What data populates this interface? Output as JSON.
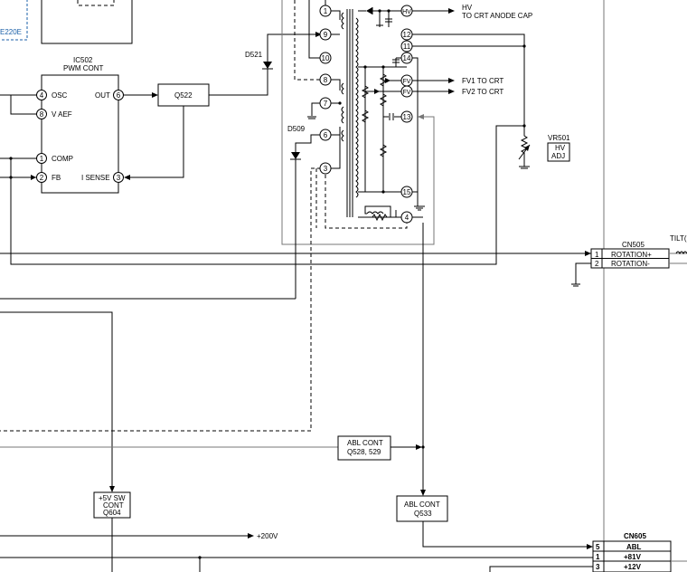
{
  "ic502": {
    "ref": "IC502",
    "name": "PWM CONT",
    "pins": [
      {
        "num": "4",
        "label": "OSC"
      },
      {
        "num": "8",
        "label": "V AEF"
      },
      {
        "num": "1",
        "label": "COMP"
      },
      {
        "num": "2",
        "label": "FB"
      },
      {
        "num": "6",
        "label": "OUT"
      },
      {
        "num": "3",
        "label": "I SENSE"
      }
    ]
  },
  "q522": "Q522",
  "d521": "D521",
  "d509": "D509",
  "part_ref_blue": "E220E",
  "fbt_pins": [
    "1",
    "9",
    "10",
    "8",
    "7",
    "6",
    "3",
    "HV",
    "12",
    "11",
    "14",
    "FV",
    "FV",
    "13",
    "15",
    "4"
  ],
  "hv_out": {
    "line1": "HV",
    "line2": "TO CRT ANODE CAP"
  },
  "fv1_out": "FV1 TO CRT",
  "fv2_out": "FV2 TO CRT",
  "vr501": {
    "ref": "VR501",
    "line1": "HV",
    "line2": "ADJ"
  },
  "tilt_label": "TILT(",
  "cn505": {
    "ref": "CN505",
    "rows": [
      {
        "pin": "1",
        "name": "ROTATION+"
      },
      {
        "pin": "2",
        "name": "ROTATION-"
      }
    ]
  },
  "abl_cont_a": {
    "line1": "ABL CONT",
    "line2": "Q528, 529"
  },
  "abl_cont_b": {
    "line1": "ABL CONT",
    "line2": "Q533"
  },
  "sw_cont": {
    "line1": "+5V SW",
    "line2": "CONT",
    "line3": "Q604"
  },
  "v200": "+200V",
  "cn605": {
    "ref": "CN605",
    "rows": [
      {
        "pin": "5",
        "name": "ABL"
      },
      {
        "pin": "1",
        "name": "+81V"
      },
      {
        "pin": "3",
        "name": "+12V"
      }
    ]
  }
}
